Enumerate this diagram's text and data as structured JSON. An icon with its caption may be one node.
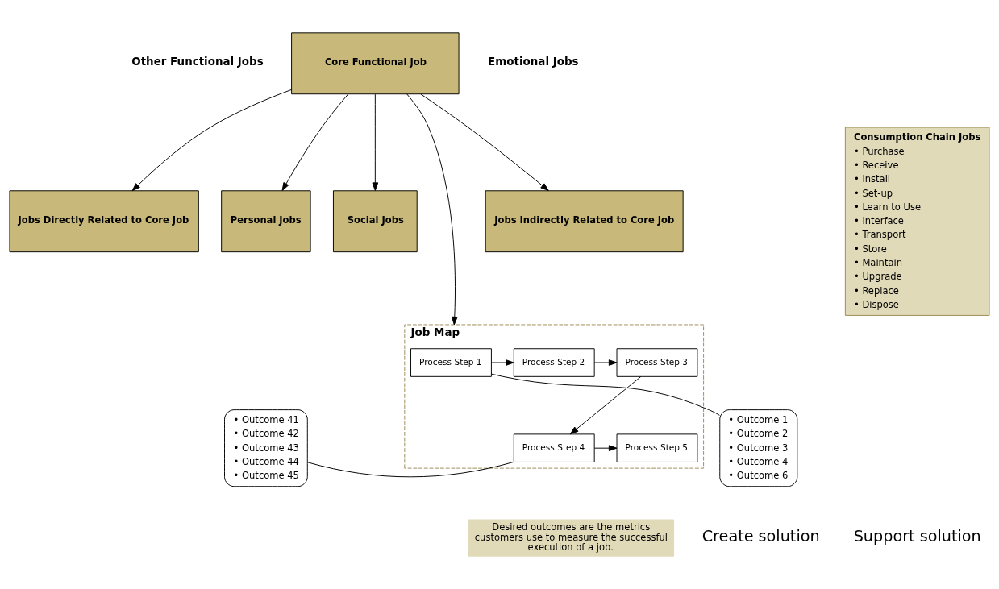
{
  "diagram": {
    "nodes": [
      {
        "text": [
          "Core Functional Job"
        ]
      },
      {
        "text": [
          "Jobs Indirectly Related to Core Job"
        ]
      },
      {
        "text": [
          "Jobs Directly Related to Core Job"
        ]
      },
      {
        "text": [
          "Personal Jobs"
        ]
      },
      {
        "text": [
          "Social Jobs"
        ]
      },
      {
        "text": [
          "Job Map"
        ]
      },
      {
        "text": [
          "Process Step 1"
        ],
        "in": 5
      },
      {
        "text": [
          "Process Step 2"
        ],
        "in": 5
      },
      {
        "text": [
          "Process Step 3"
        ],
        "in": 5
      },
      {
        "text": [
          "Process Step 4"
        ],
        "in": 5
      },
      {
        "text": [
          "Process Step 5"
        ],
        "in": 5
      },
      {
        "text": [
          "• Outcome 1",
          "• Outcome 2",
          "• Outcome 3",
          "• Outcome 4",
          "• Outcome 6"
        ]
      },
      {
        "text": [
          "• Outcome 41",
          "• Outcome 42",
          "• Outcome 43",
          "• Outcome 44",
          "• Outcome 45"
        ]
      },
      {
        "text": [
          "Desired outcomes are the metrics customers use to measure the successful execution of a job."
        ]
      },
      {
        "text": [
          "Consumption Chain Jobs",
          "• Purchase",
          "• Receive",
          "• Install",
          "• Set-up",
          "• Learn to Use",
          "• Interface",
          "• Transport",
          "• Store",
          "• Maintain",
          "• Upgrade",
          "• Replace",
          "• Dispose"
        ]
      }
    ],
    "edges": [
      {
        "from": 0,
        "to": 1,
        "arrow": "to"
      },
      {
        "from": 0,
        "to": 2,
        "arrow": "to"
      },
      {
        "from": 0,
        "to": 3,
        "arrow": "to"
      },
      {
        "from": 0,
        "to": 4,
        "arrow": "to"
      },
      {
        "from": 0,
        "to": 5,
        "arrow": "to"
      },
      {
        "from": 6,
        "to": 7,
        "arrow": "to"
      },
      {
        "from": 7,
        "to": 8,
        "arrow": "to"
      },
      {
        "from": 8,
        "to": 9,
        "arrow": "to"
      },
      {
        "from": 9,
        "to": 10,
        "arrow": "to"
      },
      {
        "from": 11,
        "to": 6,
        "arrow": "none"
      },
      {
        "from": 12,
        "to": 9,
        "arrow": "none"
      }
    ],
    "labels": [
      "Other Functional Jobs",
      "Emotional Jobs",
      "Create solution",
      "Support solution"
    ]
  }
}
